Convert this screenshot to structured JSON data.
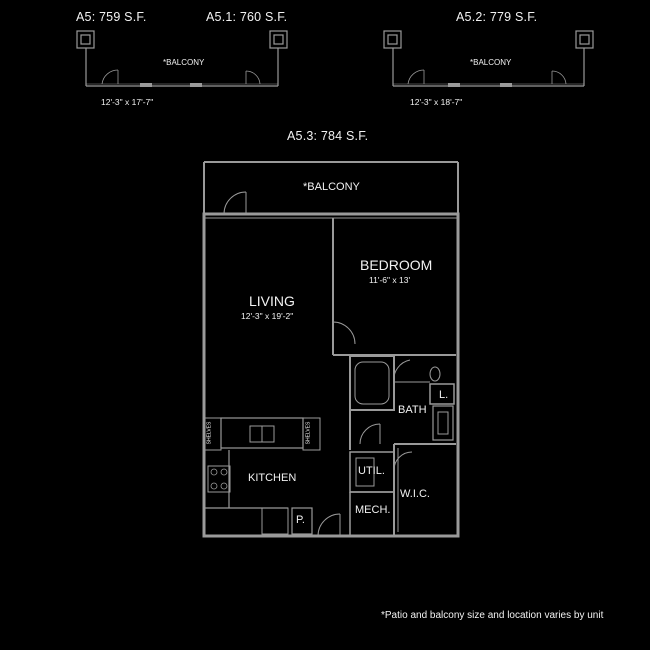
{
  "variants": {
    "a5_label": "A5: 759 S.F.",
    "a51_label": "A5.1: 760 S.F.",
    "a52_label": "A5.2: 779 S.F.",
    "a53_label": "A5.3: 784 S.F."
  },
  "mini_plans": {
    "left": {
      "balcony_label": "*BALCONY",
      "dimension": "12'-3\" x 17'-7\""
    },
    "right": {
      "balcony_label": "*BALCONY",
      "dimension": "12'-3\" x 18'-7\""
    }
  },
  "rooms": {
    "balcony": "*BALCONY",
    "bedroom": {
      "label": "BEDROOM",
      "dimension": "11'-6\" x 13'"
    },
    "living": {
      "label": "LIVING",
      "dimension": "12'-3\" x 19'-2\""
    },
    "bath": "BATH",
    "linen": "L.",
    "kitchen": "KITCHEN",
    "util": "UTIL.",
    "mech": "MECH.",
    "wic": "W.I.C.",
    "pantry": "P.",
    "shelves": "SHELVES"
  },
  "footnote": "*Patio and balcony size and location varies by unit",
  "colors": {
    "background": "#000000",
    "wall": "#9a9a9a",
    "text": "#f2f2f2"
  }
}
